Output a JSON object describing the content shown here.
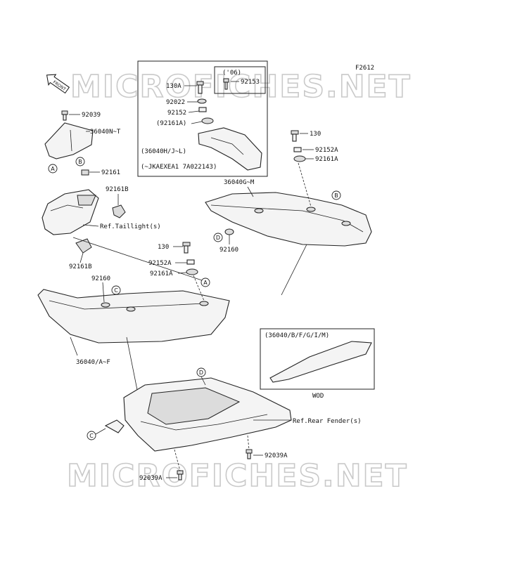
{
  "figure_code": "F2612",
  "watermark": "MICROFICHES.NET",
  "front_arrow": "FRONT",
  "inset_1": {
    "year": "('06)",
    "note_part": "(36040H/J~L)",
    "note_serial": "(~JKAEXEA1 7A022143)"
  },
  "inset_2": {
    "label": "(36040/B/F/G/I/M)",
    "caption": "WOD"
  },
  "labels": {
    "l_92039": "92039",
    "l_36040NT": "36040N~T",
    "l_92161": "92161",
    "l_92161B_top": "92161B",
    "l_ref_taillight": "Ref.Taillight(s)",
    "l_92161B_bot": "92161B",
    "l_92160_left": "92160",
    "l_36040AF": "36040/A~F",
    "l_130A": "130A",
    "l_92022": "92022",
    "l_92152": "92152",
    "l_92161A_box": "(92161A)",
    "l_92153": "92153",
    "l_130_mid": "130",
    "l_92152A_mid": "92152A",
    "l_92161A_mid": "92161A",
    "l_130_right": "130",
    "l_92152A_right": "92152A",
    "l_92161A_right": "92161A",
    "l_36040GM": "36040G~M",
    "l_92160_mid": "92160",
    "l_ref_fender": "Ref.Rear Fender(s)",
    "l_92039A_right": "92039A",
    "l_92039A_bottom": "92039A"
  },
  "callouts": {
    "A": "A",
    "B": "B",
    "C": "C",
    "D": "D"
  }
}
